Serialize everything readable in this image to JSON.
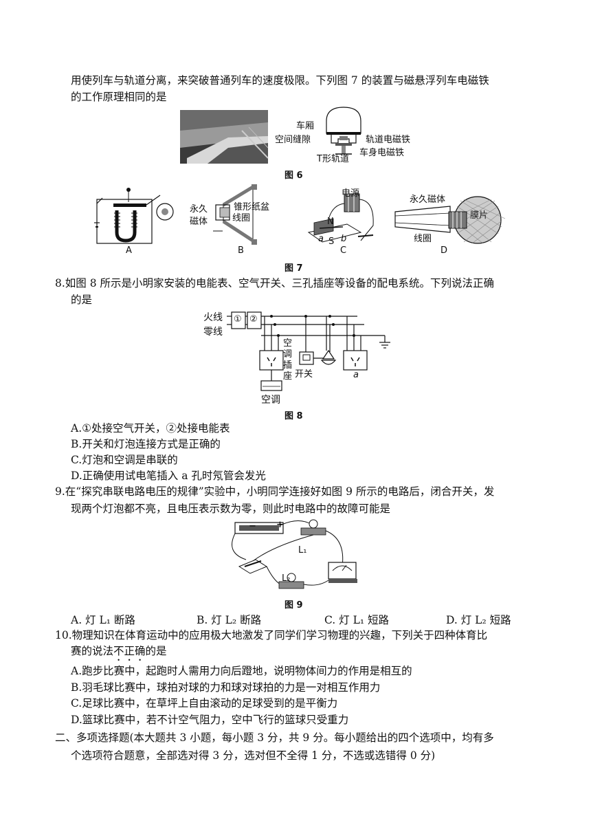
{
  "intro": {
    "line1": "用使列车与轨道分离，来突破普通列车的速度极限。下列图 7 的装置与磁悬浮列车电磁铁",
    "line2": "的工作原理相同的是"
  },
  "fig6": {
    "caption": "图 6",
    "labels": {
      "carriage": "车厢",
      "gap": "空间缝隙",
      "track_magnet": "轨道电磁铁",
      "body_magnet": "车身电磁铁",
      "t_track": "T形轨道"
    }
  },
  "fig7": {
    "caption": "图 7",
    "options": [
      "A",
      "B",
      "C",
      "D"
    ],
    "labels": {
      "b_magnet_1": "永久",
      "b_magnet_2": "磁体",
      "b_cone": "锥形纸盆",
      "b_coil": "线圈",
      "c_power": "电源",
      "c_n": "N",
      "c_s": "S",
      "c_a": "a",
      "c_b": "b",
      "d_magnet": "永久磁体",
      "d_coil": "线圈",
      "d_film": "膜片"
    }
  },
  "q8": {
    "line1": "8.如图 8 所示是小明家安装的电能表、空气开关、三孔插座等设备的配电系统。下列说法正确",
    "line2": "的是",
    "options": [
      "A.①处接空气开关，②处接电能表",
      "B.开关和灯泡连接方式是正确的",
      "C.灯泡和空调是串联的",
      "D.正确使用试电笔插入 a 孔时氖管会发光"
    ]
  },
  "fig8": {
    "caption": "图 8",
    "labels": {
      "live": "火线",
      "neutral": "零线",
      "box1": "①",
      "box2": "②",
      "ac_socket": [
        "空",
        "调",
        "插",
        "座"
      ],
      "switch": "开关",
      "ac": "空调",
      "a": "a"
    }
  },
  "q9": {
    "line1": "9.在“探究串联电路电压的规律”实验中，小明同学连接好如图 9 所示的电路后，闭合开关，发",
    "line2": "现两个灯泡都不亮，且电压表示数为零，则此时电路中的故障可能是",
    "options": [
      "A. 灯  L₁  断路",
      "B. 灯 L₂  断路",
      "C. 灯 L₁  短路",
      "D. 灯 L₂  短路"
    ]
  },
  "fig9": {
    "caption": "图 9",
    "labels": {
      "l1": "L₁",
      "l2": "L₂",
      "minus": "−",
      "plus": "+"
    }
  },
  "q10": {
    "line1": "10.物理知识在体育运动中的应用极大地激发了同学们学习物理的兴趣，下列关于四种体育比",
    "line2_pre": "赛的说法",
    "line2_emph": "不正确",
    "line2_post": "的是",
    "options": [
      "A.跑步比赛中，起跑时人需用力向后蹬地，说明物体间力的作用是相互的",
      "B.羽毛球比赛中，球拍对球的力和球对球拍的力是一对相互作用力",
      "C.足球比赛中，在草坪上自由滚动的足球受到的是平衡力",
      "D.篮球比赛中，若不计空气阻力，空中飞行的篮球只受重力"
    ]
  },
  "section2": {
    "line1": "二、多项选择题(本大题共 3 小题，每小题 3 分，共 9 分。每小题给出的四个选项中，均有多",
    "line2": "个选项符合题意，全部选对得 3 分，选对但不全得 1 分，不选或选错得 0 分)"
  }
}
